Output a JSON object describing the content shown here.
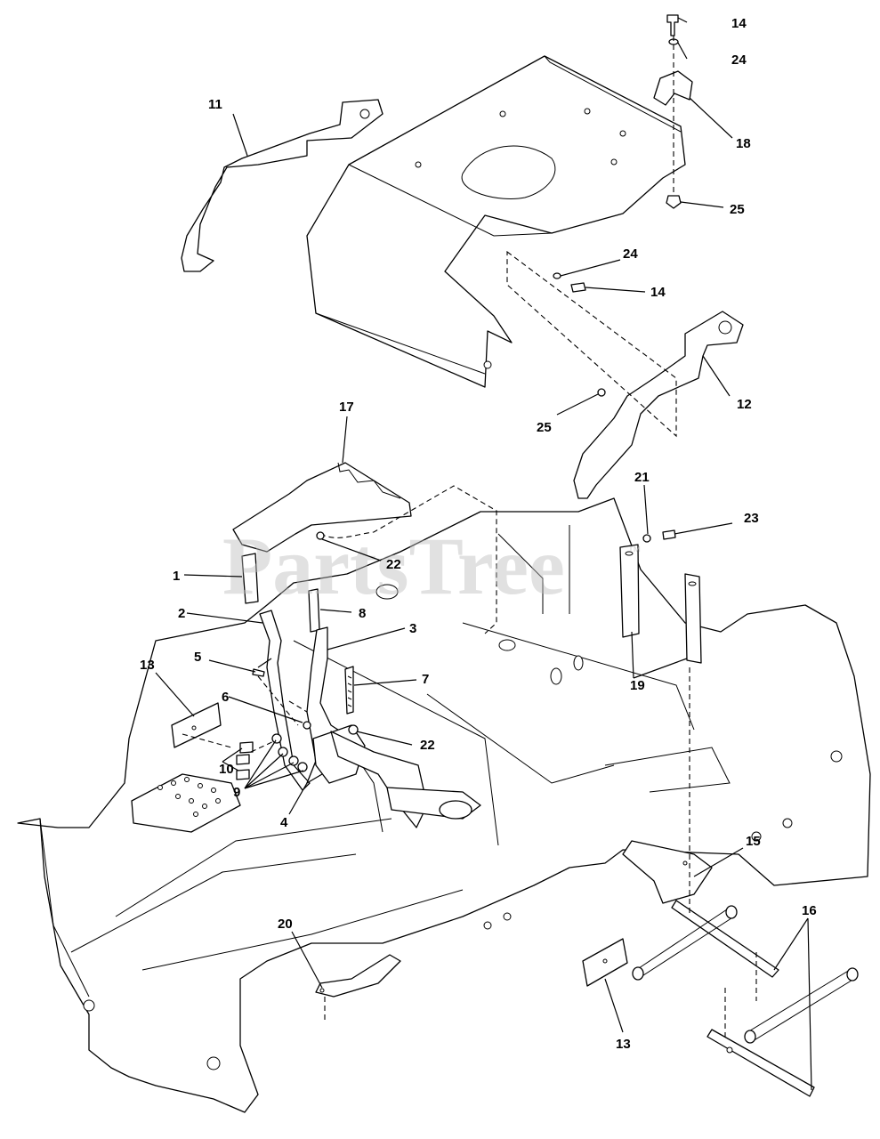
{
  "watermark": {
    "text": "PartsTree",
    "trademark": "™"
  },
  "callouts": {
    "c1": "1",
    "c2": "2",
    "c3": "3",
    "c4": "4",
    "c5": "5",
    "c6": "6",
    "c7": "7",
    "c8": "8",
    "c9": "9",
    "c10": "10",
    "c11": "11",
    "c12": "12",
    "c13a": "13",
    "c13b": "13",
    "c14a": "14",
    "c14b": "14",
    "c15": "15",
    "c16": "16",
    "c17": "17",
    "c18": "18",
    "c19": "19",
    "c20": "20",
    "c21": "21",
    "c22a": "22",
    "c22b": "22",
    "c23": "23",
    "c24a": "24",
    "c24b": "24",
    "c25a": "25",
    "c25b": "25"
  }
}
